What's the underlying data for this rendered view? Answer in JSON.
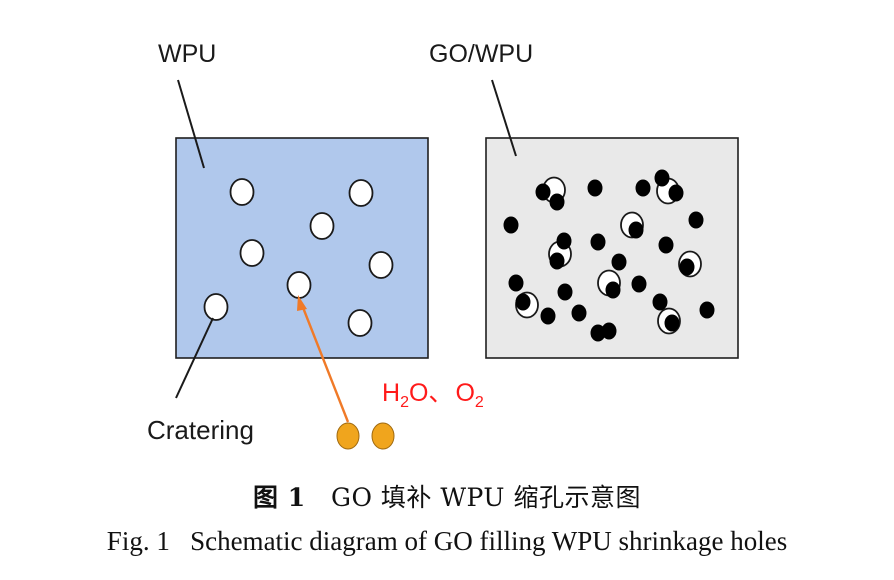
{
  "labels": {
    "wpu": "WPU",
    "go_wpu": "GO/WPU",
    "cratering": "Cratering",
    "h2o_main": "H",
    "h2o_sub": "2",
    "h2o_tail": "O",
    "separator": "、",
    "o2_main": "O",
    "o2_sub": "2"
  },
  "caption_cn": {
    "fig_no": "图 1",
    "text": "GO 填补 WPU 缩孔示意图"
  },
  "caption_en": {
    "fig_no": "Fig. 1",
    "text": "Schematic diagram of GO filling WPU shrinkage holes"
  },
  "colors": {
    "wpu_fill": "#b0c8ec",
    "go_wpu_fill": "#e9e9e9",
    "box_stroke": "#1f1f1f",
    "arrow": "#f07a28",
    "gas_dot": "#f0a51d",
    "label_red": "#ff1a1a"
  }
}
